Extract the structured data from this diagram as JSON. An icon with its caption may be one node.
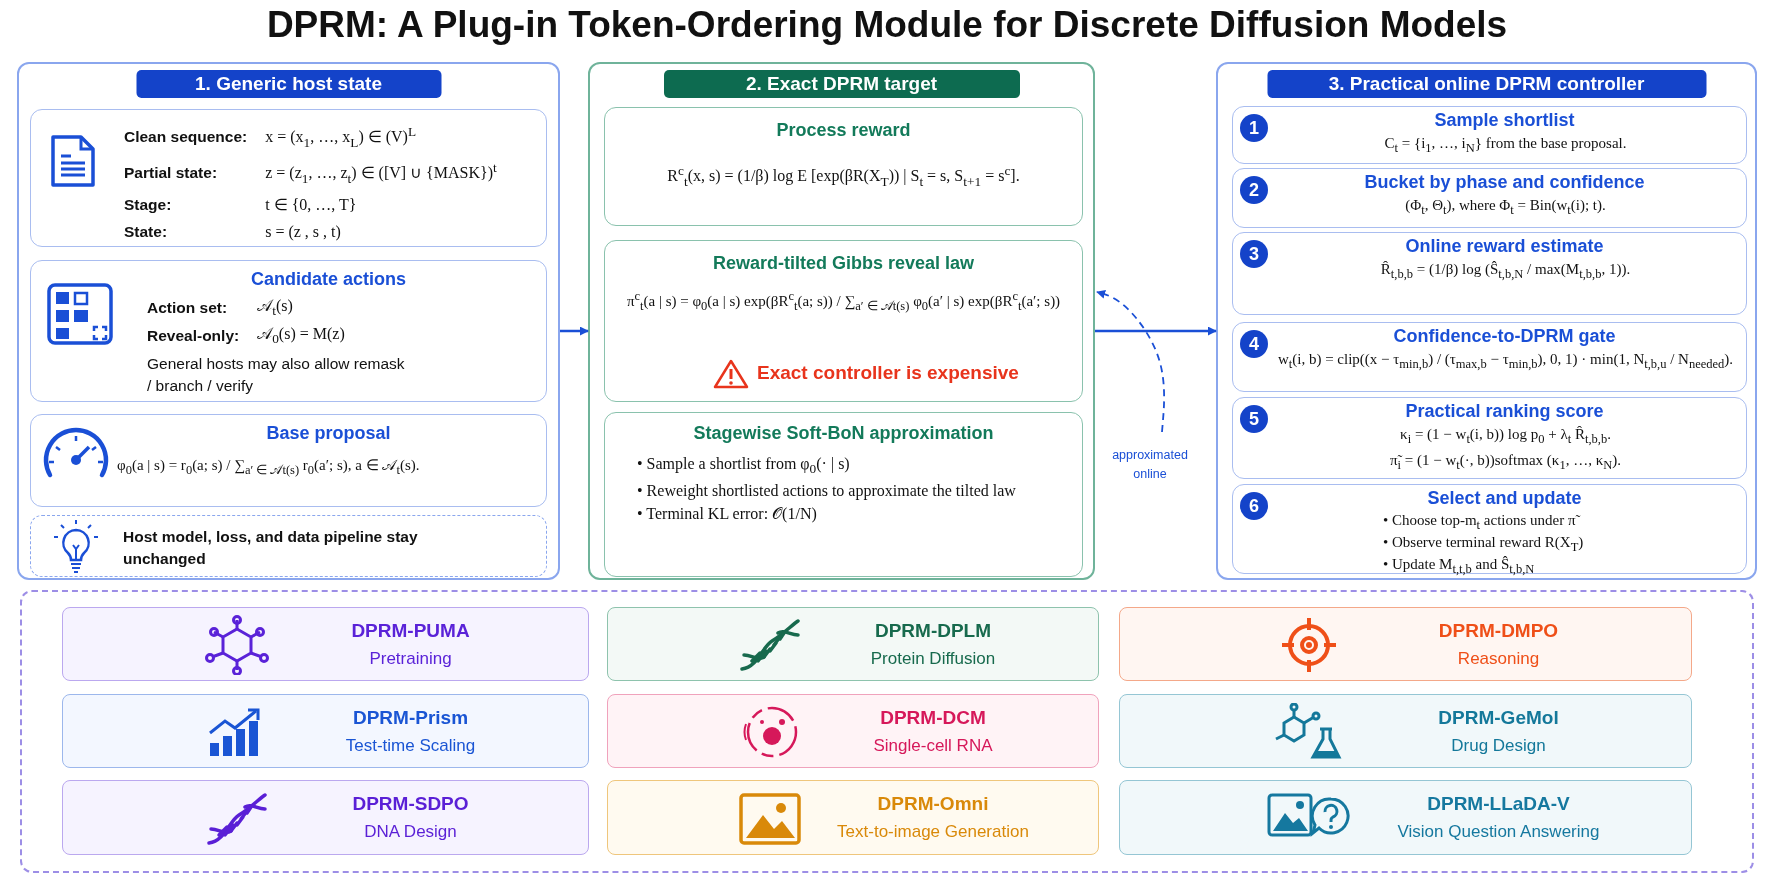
{
  "diagram": {
    "title": "DPRM: A Plug-in Token-Ordering Module for Discrete Diffusion Models",
    "nodes": [
      {
        "text": [
          "1. Generic host state"
        ]
      },
      {
        "text": [
          "Clean sequence:",
          "x = (x$_{1}$, …, x$_{L}$) ∈ (V)$^{L}$",
          "Partial state:",
          "z = (z$_{1}$, …, z$_{t}$) ∈ ([V] ∪ {MASK})$^{t}$",
          "Stage:",
          "t ∈ {0, …, T}",
          "State:",
          "s = (z , s , t)"
        ],
        "in": 0
      },
      {
        "text": [
          "Candidate actions",
          "Action set:",
          "𝒜$_{t}$(s)",
          "Reveal-only:",
          "𝒜$_{0}$(s) = M(z)",
          "General hosts may also allow remask / branch / verify"
        ],
        "in": 0
      },
      {
        "text": [
          "Base proposal",
          "φ$_{0}$(a | s) = r$_{0}$(a; s) / ∑$_{a′ ∈ 𝒜t(s)}$ r$_{0}$(a′; s),   a ∈ 𝒜$_{t}$(s)."
        ],
        "in": 0
      },
      {
        "text": [
          "Host model, loss, and data pipeline stay unchanged"
        ],
        "in": 0
      },
      {
        "text": [
          "2. Exact DPRM target"
        ]
      },
      {
        "text": [
          "Process reward",
          "R$^{c}$$_{t}$(x, s) = (1/β) log E [exp(βR(X$_{T}$)) | S$_{t}$ = s, S$_{t+1}$ = s$^{c}$]."
        ],
        "in": 5
      },
      {
        "text": [
          "Reward-tilted Gibbs reveal law",
          "π$^{c}$$_{t}$(a | s) = φ$_{0}$(a | s) exp(βR$^{c}$$_{t}$(a; s)) / ∑$_{a′ ∈ 𝒜t(s)}$ φ$_{0}$(a′ | s) exp(βR$^{c}$$_{t}$(a′; s))",
          "Exact controller is expensive"
        ],
        "in": 5
      },
      {
        "text": [
          "Stagewise Soft-BoN approximation",
          "• Sample a shortlist from φ$_{0}$(· | s)",
          "• Reweight shortlisted actions to approximate the tilted law",
          "• Terminal KL error: 𝒪(1/N)"
        ],
        "in": 5
      },
      {
        "text": [
          "3. Practical online DPRM controller"
        ]
      },
      {
        "text": [
          "1",
          "Sample shortlist",
          "C$_{t}$ = {i$_{1}$, …, i$_{N}$} from the base proposal."
        ],
        "in": 9
      },
      {
        "text": [
          "2",
          "Bucket by phase and confidence",
          "(Φ$_{t}$, Θ$_{t}$), where Φ$_{t}$ = Bin(w$_{t}$(i); t)."
        ],
        "in": 9
      },
      {
        "text": [
          "3",
          "Online reward estimate",
          "R̂$_{t,b,b}$ = (1/β) log (Ŝ$_{t,b,N}$ / max(M$_{t,b,b}$, 1))."
        ],
        "in": 9
      },
      {
        "text": [
          "4",
          "Confidence-to-DPRM gate",
          "w$_{t}$(i, b) = clip((x − τ$_{min,b}$) / (τ$_{max,b}$ − τ$_{min,b}$), 0, 1) · min(1, N$_{t,b,u}$ / N$_{needed}$)."
        ],
        "in": 9
      },
      {
        "text": [
          "5",
          "Practical ranking score",
          "κ$_{i}$ = (1 − w$_{t}$(i, b)) log p$_{0}$ + λ$_{t}$ R̂$_{t,b,b}$.",
          "π̃$_{i}$ = (1 − w$_{t}$(·, b))softmax (κ$_{1}$, …, κ$_{N}$)."
        ],
        "in": 9
      },
      {
        "text": [
          "6",
          "Select and update",
          "• Choose top-m$_{t}$ actions under π̃",
          "• Observe terminal reward R(X$_{T}$)",
          "• Update M$_{t,t,b}$ and Ŝ$_{t,b,N}$"
        ],
        "in": 9
      },
      {
        "text": [],
        "shape": "box"
      },
      {
        "text": [
          "DPRM-PUMA",
          "Pretraining"
        ],
        "in": 16
      },
      {
        "text": [
          "DPRM-DPLM",
          "Protein Diffusion"
        ],
        "in": 16
      },
      {
        "text": [
          "DPRM-DMPO",
          "Reasoning"
        ],
        "in": 16
      },
      {
        "text": [
          "DPRM-Prism",
          "Test-time Scaling"
        ],
        "in": 16
      },
      {
        "text": [
          "DPRM-DCM",
          "Single-cell RNA"
        ],
        "in": 16
      },
      {
        "text": [
          "DPRM-GeMol",
          "Drug Design"
        ],
        "in": 16
      },
      {
        "text": [
          "DPRM-SDPO",
          "DNA Design"
        ],
        "in": 16
      },
      {
        "text": [
          "DPRM-Omni",
          "Text-to-image Generation"
        ],
        "in": 16
      },
      {
        "text": [
          "DPRM-LLaDA-V",
          "Vision Question Answering"
        ],
        "in": 16
      }
    ],
    "edges": [
      {
        "from": 0,
        "to": 5,
        "arrow": "to"
      },
      {
        "from": 5,
        "to": 9,
        "arrow": "to"
      },
      {
        "from": null,
        "to": 5,
        "arrow": "to",
        "style": "dashed",
        "label": "approximated online"
      }
    ]
  }
}
